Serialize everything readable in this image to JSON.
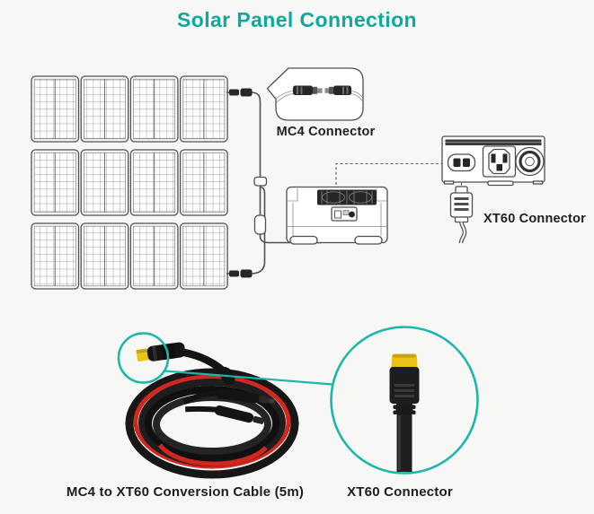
{
  "title": "Solar Panel Connection",
  "colors": {
    "background": "#f7f8f6",
    "title": "#10a89e",
    "accent_teal": "#1cb6ab",
    "label_text": "#1d1d1d",
    "line_art": "#4e4e4e",
    "dark_fill": "#262626",
    "xt60_yellow": "#e9c414",
    "cable_red": "#d0271f"
  },
  "diagram": {
    "solar_array": {
      "rows": 3,
      "columns": 4
    },
    "labels": {
      "mc4_connector": "MC4 Connector",
      "xt60_connector": "XT60 Connector"
    },
    "icons": [
      "solar-panel-array",
      "mc4-connector-pair-icon",
      "power-station-illustration",
      "input-panel-illustration",
      "xt60-plug-illustration"
    ]
  },
  "bottom": {
    "labels": {
      "conversion_cable": "MC4 to XT60 Conversion Cable (5m)",
      "xt60_connector": "XT60 Connector"
    },
    "icons": [
      "coiled-cable-illustration",
      "xt60-connector-closeup-illustration"
    ]
  }
}
